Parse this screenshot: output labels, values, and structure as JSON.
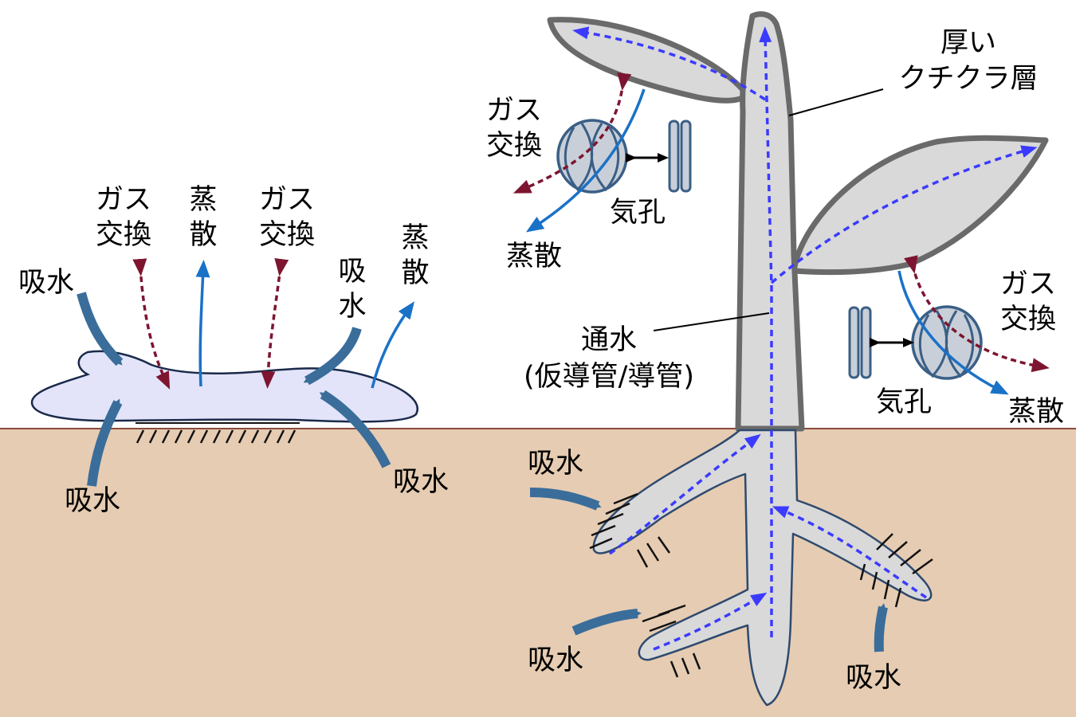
{
  "colors": {
    "ground": "#e6ccb2",
    "ground_line": "#8b4a3c",
    "thallus_fill": "#e3e4fa",
    "plant_fill": "#d9d9d9",
    "plant_stroke": "#6a6a6a",
    "root_stroke": "#2e4a6e",
    "water_arrow": "#3a6d9a",
    "evaporation_arrow": "#1a72c7",
    "gas_arrow": "#7d1530",
    "transport_arrow": "#3b3bff",
    "stoma": "#3a5f86"
  },
  "labels": {
    "gas_exchange": [
      "ガス",
      "交換"
    ],
    "evaporation": [
      "蒸",
      "散"
    ],
    "evaporation_h": "蒸散",
    "water_uptake": "吸水",
    "water_uptake_v": [
      "吸",
      "水"
    ],
    "stoma": "気孔",
    "cuticle": [
      "厚い",
      "クチクラ層"
    ],
    "conduction": [
      "通水",
      "(仮導管/導管)"
    ]
  }
}
